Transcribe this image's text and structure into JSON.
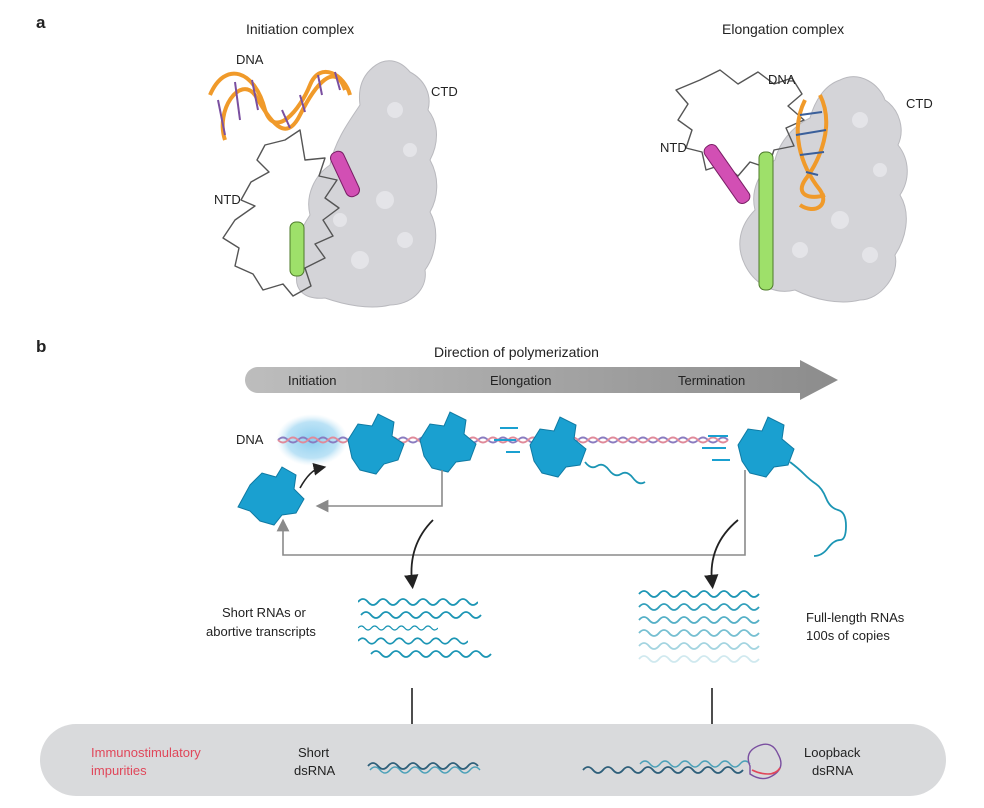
{
  "panel_a": {
    "letter": "a",
    "initiation": {
      "title": "Initiation complex",
      "dna": "DNA",
      "ctd": "CTD",
      "ntd": "NTD"
    },
    "elongation": {
      "title": "Elongation complex",
      "dna": "DNA",
      "ctd": "CTD",
      "ntd": "NTD"
    }
  },
  "panel_b": {
    "letter": "b",
    "direction_label": "Direction of polymerization",
    "stages": [
      "Initiation",
      "Elongation",
      "Termination"
    ],
    "dna_label": "DNA",
    "short_rnas_label": [
      "Short RNAs or",
      "abortive transcripts"
    ],
    "full_length_label": [
      "Full-length RNAs",
      "100s of copies"
    ],
    "impurities_label": [
      "Immunostimulatory",
      "impurities"
    ],
    "short_dsrna_label": [
      "Short",
      "dsRNA"
    ],
    "loopback_label": [
      "Loopback",
      "dsRNA"
    ]
  },
  "colors": {
    "protein_surface": "#d4d4d8",
    "protein_blue": "#1aa0d0",
    "dna_orange": "#f09a2a",
    "helix_magenta": "#d24fb4",
    "helix_green": "#9ee06a",
    "rna_teal": "#1b95b4",
    "impurity_red": "#e0475a",
    "band_gray": "#d9dadc",
    "arrow_gray": "#9a9a9a"
  }
}
